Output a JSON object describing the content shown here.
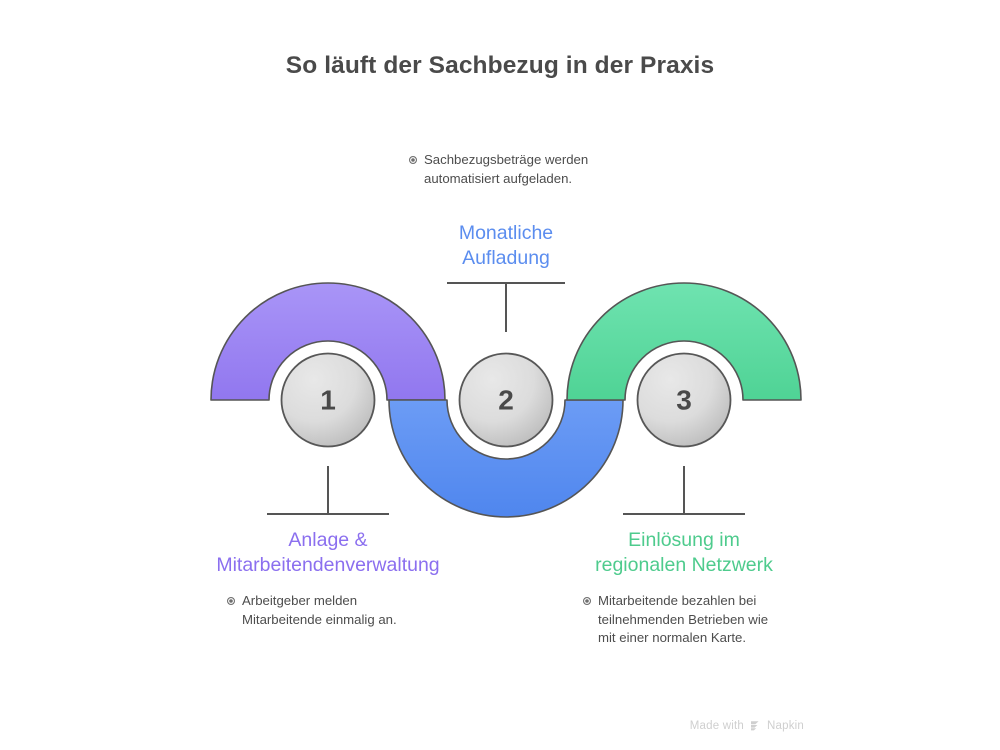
{
  "page": {
    "title": "So läuft der Sachbezug in der Praxis",
    "background_color": "#ffffff",
    "title_color": "#4a4a4a"
  },
  "colors": {
    "purple": "#9b85f2",
    "blue": "#5b90f0",
    "green": "#5fdba2",
    "label_purple": "#8b6fef",
    "label_blue": "#5b8def",
    "label_green": "#4ecb8d",
    "circle_fill_light": "#e0e0e0",
    "circle_fill_dark": "#bdbdbd",
    "circle_stroke": "#575757",
    "arc_stroke": "#555555",
    "connector": "#555555",
    "body_text": "#4d4d4d",
    "watermark": "#cfcfcf"
  },
  "steps": [
    {
      "number": "1",
      "label": "Anlage &\nMitarbeitendenverwaltung",
      "label_line1": "Anlage &",
      "label_line2": "Mitarbeitendenverwaltung",
      "color": "#9b85f2",
      "note": "Arbeitgeber melden Mitarbeitende einmalig an."
    },
    {
      "number": "2",
      "label": "Monatliche\nAufladung",
      "label_line1": "Monatliche",
      "label_line2": "Aufladung",
      "color": "#5b90f0",
      "note": "Sachbezugsbeträge werden automatisiert aufgeladen."
    },
    {
      "number": "3",
      "label": "Einlösung im\nregionalen Netzwerk",
      "label_line1": "Einlösung im",
      "label_line2": "regionalen Netzwerk",
      "color": "#5fdba2",
      "note": "Mitarbeitende bezahlen bei teilnehmenden Betrieben wie mit einer normalen Karte."
    }
  ],
  "watermark": {
    "text_prefix": "Made with",
    "brand": "Napkin",
    "logo_icon": "napkin-chevron-logo"
  }
}
